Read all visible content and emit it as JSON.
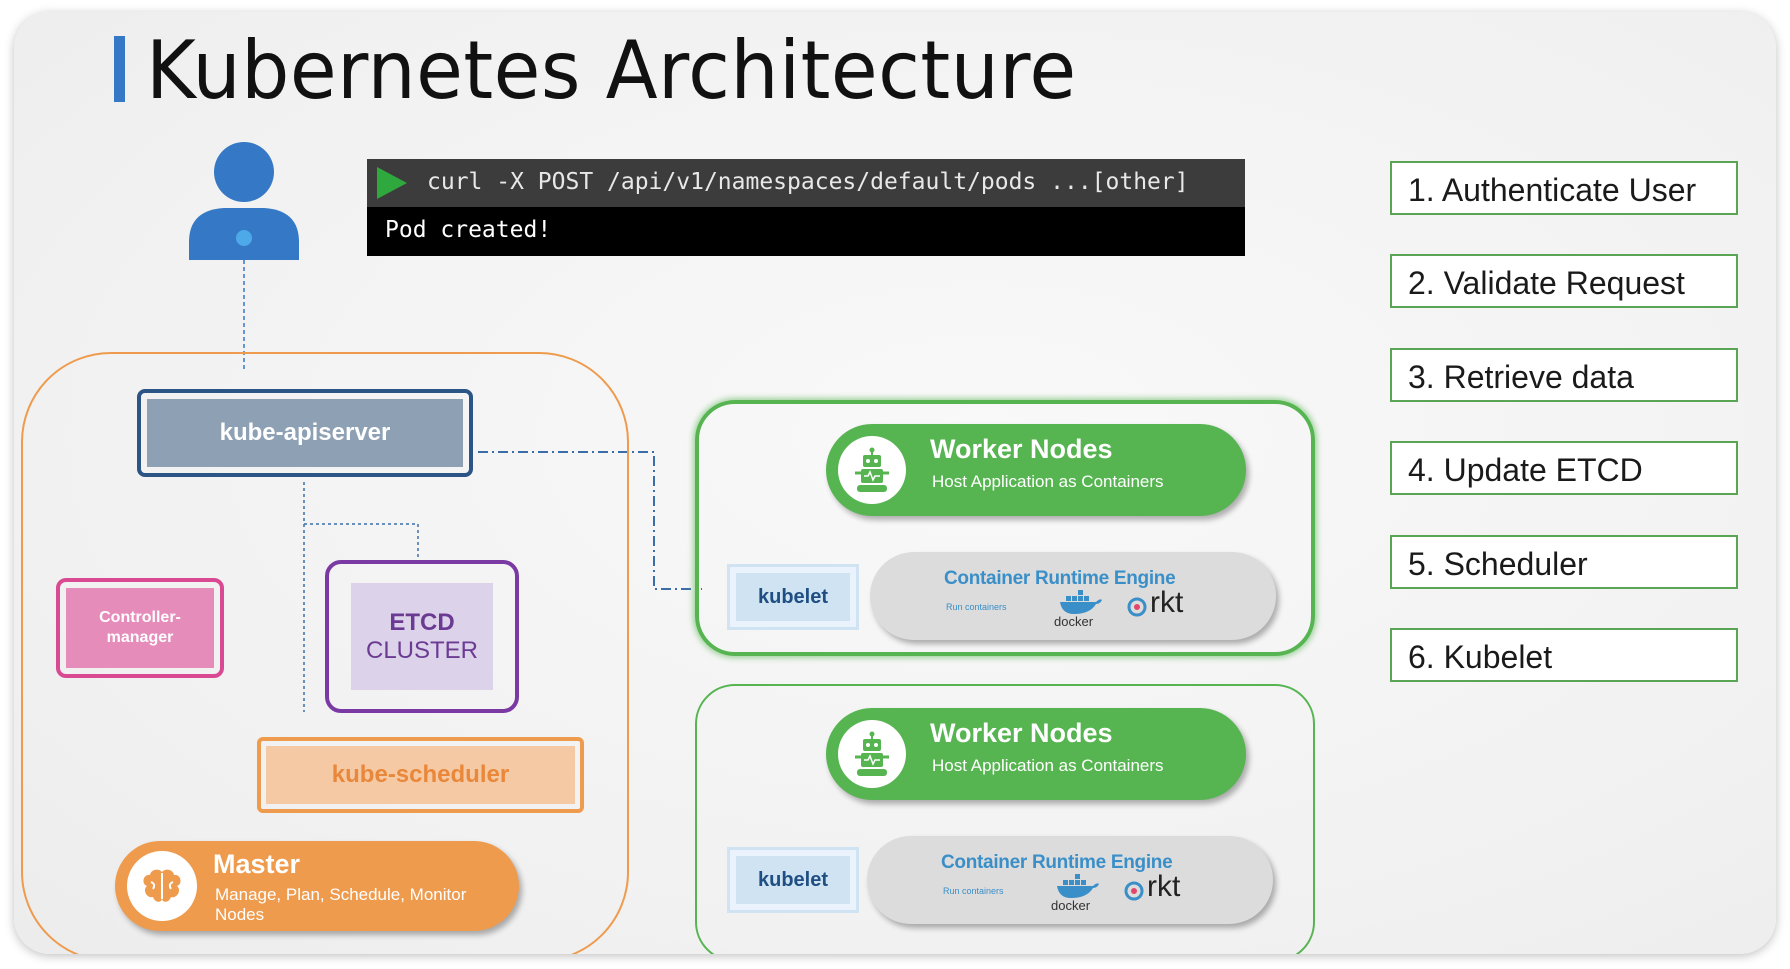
{
  "title": "Kubernetes Architecture",
  "terminal": {
    "command": "curl -X POST /api/v1/namespaces/default/pods ...[other]",
    "output": "Pod created!"
  },
  "steps": [
    "1. Authenticate User",
    "2. Validate Request",
    "3. Retrieve data",
    "4. Update ETCD",
    "5. Scheduler",
    "6. Kubelet"
  ],
  "master": {
    "apiserver": "kube-apiserver",
    "controller_manager": "Controller-\nmanager",
    "etcd_line1": "ETCD",
    "etcd_line2": "CLUSTER",
    "scheduler": "kube-scheduler",
    "title": "Master",
    "subtitle": "Manage, Plan, Schedule, Monitor Nodes"
  },
  "worker_nodes": [
    {
      "title": "Worker Nodes",
      "subtitle": "Host Application as Containers",
      "kubelet": "kubelet",
      "runtime_title": "Container Runtime Engine",
      "runtime_sub": "Run containers",
      "docker": "docker",
      "rkt": "rkt"
    },
    {
      "title": "Worker Nodes",
      "subtitle": "Host Application as Containers",
      "kubelet": "kubelet",
      "runtime_title": "Container Runtime Engine",
      "runtime_sub": "Run containers",
      "docker": "docker",
      "rkt": "rkt"
    }
  ],
  "colors": {
    "accent_blue": "#3579c6",
    "green": "#56b551",
    "orange": "#ee9b4e",
    "purple": "#7b3aa3",
    "pink": "#d94a93",
    "runtime_blue": "#3a8fc8"
  },
  "icons": [
    "user-icon",
    "play-icon",
    "robot-icon",
    "brain-icon",
    "docker-whale-icon",
    "rkt-icon"
  ]
}
